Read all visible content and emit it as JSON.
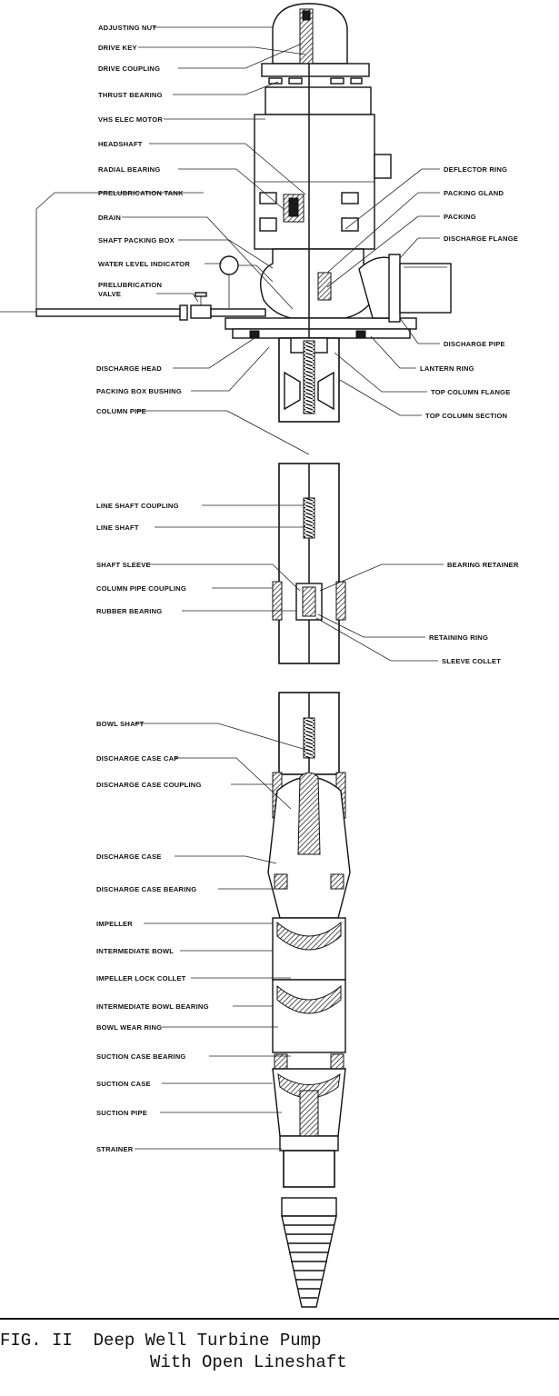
{
  "labels_left": [
    {
      "id": "adjusting-nut",
      "text": "ADJUSTING NUT"
    },
    {
      "id": "drive-key",
      "text": "DRIVE KEY"
    },
    {
      "id": "drive-coupling",
      "text": "DRIVE COUPLING"
    },
    {
      "id": "thrust-bearing",
      "text": "THRUST BEARING"
    },
    {
      "id": "vhs-elec-motor",
      "text": "VHS ELEC MOTOR"
    },
    {
      "id": "headshaft",
      "text": "HEADSHAFT"
    },
    {
      "id": "radial-bearing",
      "text": "RADIAL BEARING"
    },
    {
      "id": "prelubrication-tank",
      "text": "PRELUBRICATION TANK"
    },
    {
      "id": "drain",
      "text": "DRAIN"
    },
    {
      "id": "shaft-packing-box",
      "text": "SHAFT PACKING BOX"
    },
    {
      "id": "water-level-indicator",
      "text": "WATER LEVEL INDICATOR"
    },
    {
      "id": "prelubrication-valve-1",
      "text": "PRELUBRICATION"
    },
    {
      "id": "prelubrication-valve-2",
      "text": "VALVE"
    },
    {
      "id": "discharge-head",
      "text": "DISCHARGE HEAD"
    },
    {
      "id": "packing-box-bushing",
      "text": "PACKING BOX BUSHING"
    },
    {
      "id": "column-pipe",
      "text": "COLUMN PIPE"
    },
    {
      "id": "line-shaft-coupling",
      "text": "LINE SHAFT COUPLING"
    },
    {
      "id": "line-shaft",
      "text": "LINE SHAFT"
    },
    {
      "id": "shaft-sleeve",
      "text": "SHAFT SLEEVE"
    },
    {
      "id": "column-pipe-coupling",
      "text": "COLUMN PIPE COUPLING"
    },
    {
      "id": "rubber-bearing",
      "text": "RUBBER BEARING"
    },
    {
      "id": "bowl-shaft",
      "text": "BOWL SHAFT"
    },
    {
      "id": "discharge-case-cap",
      "text": "DISCHARGE CASE CAP"
    },
    {
      "id": "discharge-case-coupling",
      "text": "DISCHARGE CASE COUPLING"
    },
    {
      "id": "discharge-case",
      "text": "DISCHARGE CASE"
    },
    {
      "id": "discharge-case-bearing",
      "text": "DISCHARGE CASE BEARING"
    },
    {
      "id": "impeller",
      "text": "IMPELLER"
    },
    {
      "id": "intermediate-bowl",
      "text": "INTERMEDIATE BOWL"
    },
    {
      "id": "impeller-lock-collet",
      "text": "IMPELLER LOCK COLLET"
    },
    {
      "id": "intermediate-bowl-bearing",
      "text": "INTERMEDIATE BOWL BEARING"
    },
    {
      "id": "bowl-wear-ring",
      "text": "BOWL WEAR RING"
    },
    {
      "id": "suction-case-bearing",
      "text": "SUCTION CASE BEARING"
    },
    {
      "id": "suction-case",
      "text": "SUCTION CASE"
    },
    {
      "id": "suction-pipe",
      "text": "SUCTION PIPE"
    },
    {
      "id": "strainer",
      "text": "STRAINER"
    }
  ],
  "labels_right": [
    {
      "id": "deflector-ring",
      "text": "DEFLECTOR RING"
    },
    {
      "id": "packing-gland",
      "text": "PACKING GLAND"
    },
    {
      "id": "packing",
      "text": "PACKING"
    },
    {
      "id": "discharge-flange",
      "text": "DISCHARGE FLANGE"
    },
    {
      "id": "discharge-pipe",
      "text": "DISCHARGE PIPE"
    },
    {
      "id": "lantern-ring",
      "text": "LANTERN RING"
    },
    {
      "id": "top-column-flange",
      "text": "TOP COLUMN FLANGE"
    },
    {
      "id": "top-column-section",
      "text": "TOP COLUMN SECTION"
    },
    {
      "id": "bearing-retainer",
      "text": "BEARING RETAINER"
    },
    {
      "id": "retaining-ring",
      "text": "RETAINING RING"
    },
    {
      "id": "sleeve-collet",
      "text": "SLEEVE COLLET"
    }
  ],
  "caption": {
    "figure": "FIG. II",
    "title_line1": "Deep Well Turbine Pump",
    "title_line2": "With Open Lineshaft"
  }
}
